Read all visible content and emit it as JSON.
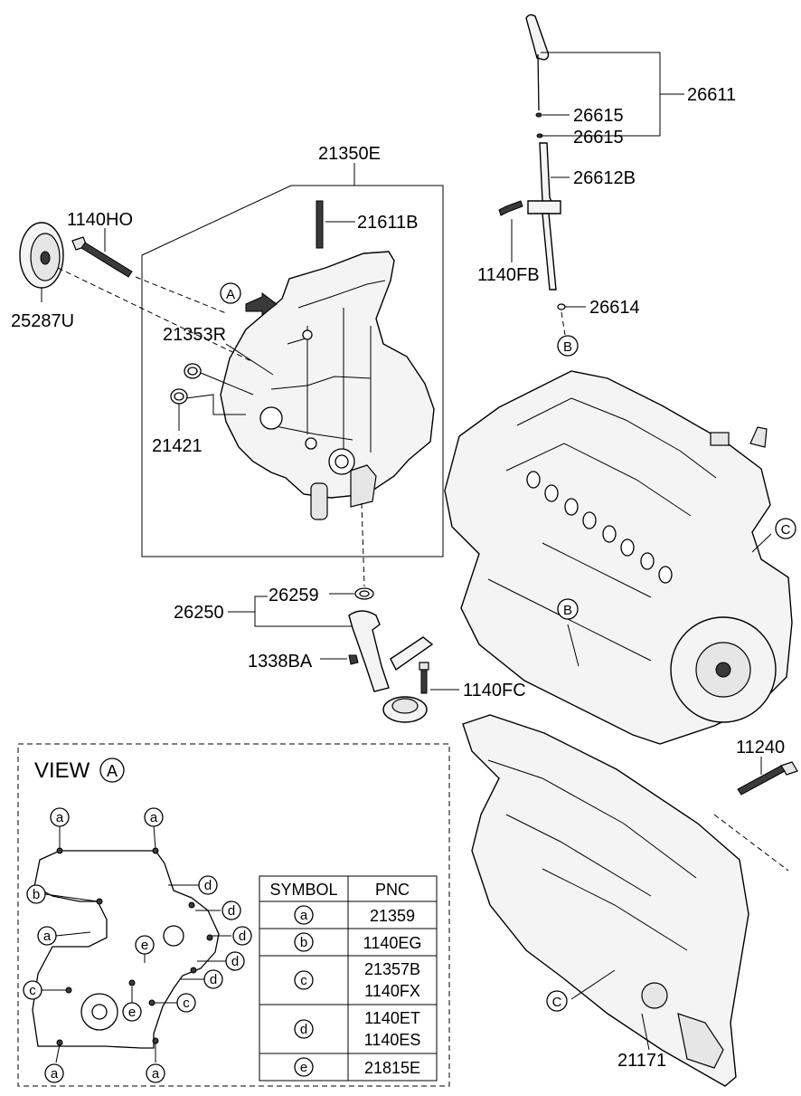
{
  "part_labels": {
    "p26611": "26611",
    "p26615a": "26615",
    "p26615b": "26615",
    "p26612B": "26612B",
    "p1140FB": "1140FB",
    "p26614": "26614",
    "p21350E": "21350E",
    "p21611B": "21611B",
    "p1140HO": "1140HO",
    "p25287U": "25287U",
    "p21353R": "21353R",
    "p21421": "21421",
    "p26259": "26259",
    "p26250": "26250",
    "p1338BA": "1338BA",
    "p1140FC": "1140FC",
    "p11240": "11240",
    "p21171": "21171"
  },
  "callouts": {
    "A": "A",
    "B": "B",
    "C": "C"
  },
  "view": {
    "title": "VIEW",
    "marker": "A"
  },
  "view_markers": {
    "a": "a",
    "b": "b",
    "c": "c",
    "d": "d",
    "e": "e"
  },
  "symbol_table": {
    "header_symbol": "SYMBOL",
    "header_pnc": "PNC",
    "rows": [
      {
        "symbol": "a",
        "pnc": [
          "21359"
        ]
      },
      {
        "symbol": "b",
        "pnc": [
          "1140EG"
        ]
      },
      {
        "symbol": "c",
        "pnc": [
          "21357B",
          "1140FX"
        ]
      },
      {
        "symbol": "d",
        "pnc": [
          "1140ET",
          "1140ES"
        ]
      },
      {
        "symbol": "e",
        "pnc": [
          "21815E"
        ]
      }
    ]
  }
}
